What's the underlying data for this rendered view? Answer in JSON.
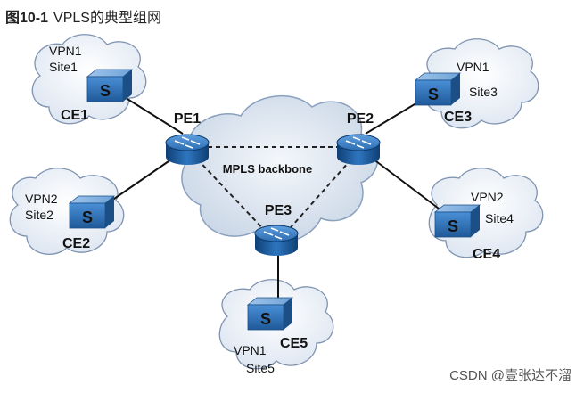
{
  "caption": {
    "number": "图10-1",
    "text": "VPLS的典型组网"
  },
  "backbone": {
    "label": "MPLS backbone"
  },
  "pe_routers": [
    {
      "label": "PE1"
    },
    {
      "label": "PE2"
    },
    {
      "label": "PE3"
    }
  ],
  "sites": [
    {
      "vpn": "VPN1",
      "site": "Site1",
      "ce": "CE1"
    },
    {
      "vpn": "VPN2",
      "site": "Site2",
      "ce": "CE2"
    },
    {
      "vpn": "VPN1",
      "site": "Site3",
      "ce": "CE3"
    },
    {
      "vpn": "VPN2",
      "site": "Site4",
      "ce": "CE4"
    },
    {
      "vpn": "VPN1",
      "site": "Site5",
      "ce": "CE5"
    }
  ],
  "switch_icon_letter": "S",
  "watermark": "CSDN @壹张达不溜",
  "colors": {
    "cloud_fill": "#e6eef7",
    "cloud_stroke": "#7f93b0",
    "router_blue": "#1f5f9e",
    "switch_blue": "#2b6fb3"
  }
}
